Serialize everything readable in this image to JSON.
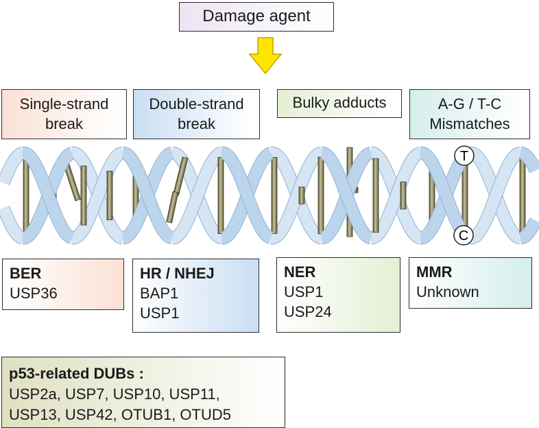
{
  "damage_agent": "Damage agent",
  "damage_types": {
    "single_strand": [
      "Single-strand",
      "break"
    ],
    "double_strand": [
      "Double-strand",
      "break"
    ],
    "bulky": "Bulky adducts",
    "mismatch": [
      "A-G / T-C",
      "Mismatches"
    ]
  },
  "repair": {
    "ber": {
      "title": "BER",
      "items": [
        "USP36"
      ]
    },
    "hr": {
      "title": "HR / NHEJ",
      "items": [
        "BAP1",
        "USP1"
      ]
    },
    "ner": {
      "title": "NER",
      "items": [
        "USP1",
        "USP24"
      ]
    },
    "mmr": {
      "title": "MMR",
      "items": [
        "Unknown"
      ]
    }
  },
  "p53": {
    "title": "p53-related DUBs :",
    "lines": [
      "USP2a, USP7, USP10, USP11,",
      "USP13, USP42, OTUB1, OTUD5"
    ]
  },
  "bases": {
    "top": "T",
    "bottom": "C"
  },
  "colors": {
    "strand": "#bcd5ec",
    "strand_edge": "#8fb1d3",
    "rung": "#8a8659",
    "arrow": "#ffe600",
    "arrow_edge": "#c9a000"
  }
}
